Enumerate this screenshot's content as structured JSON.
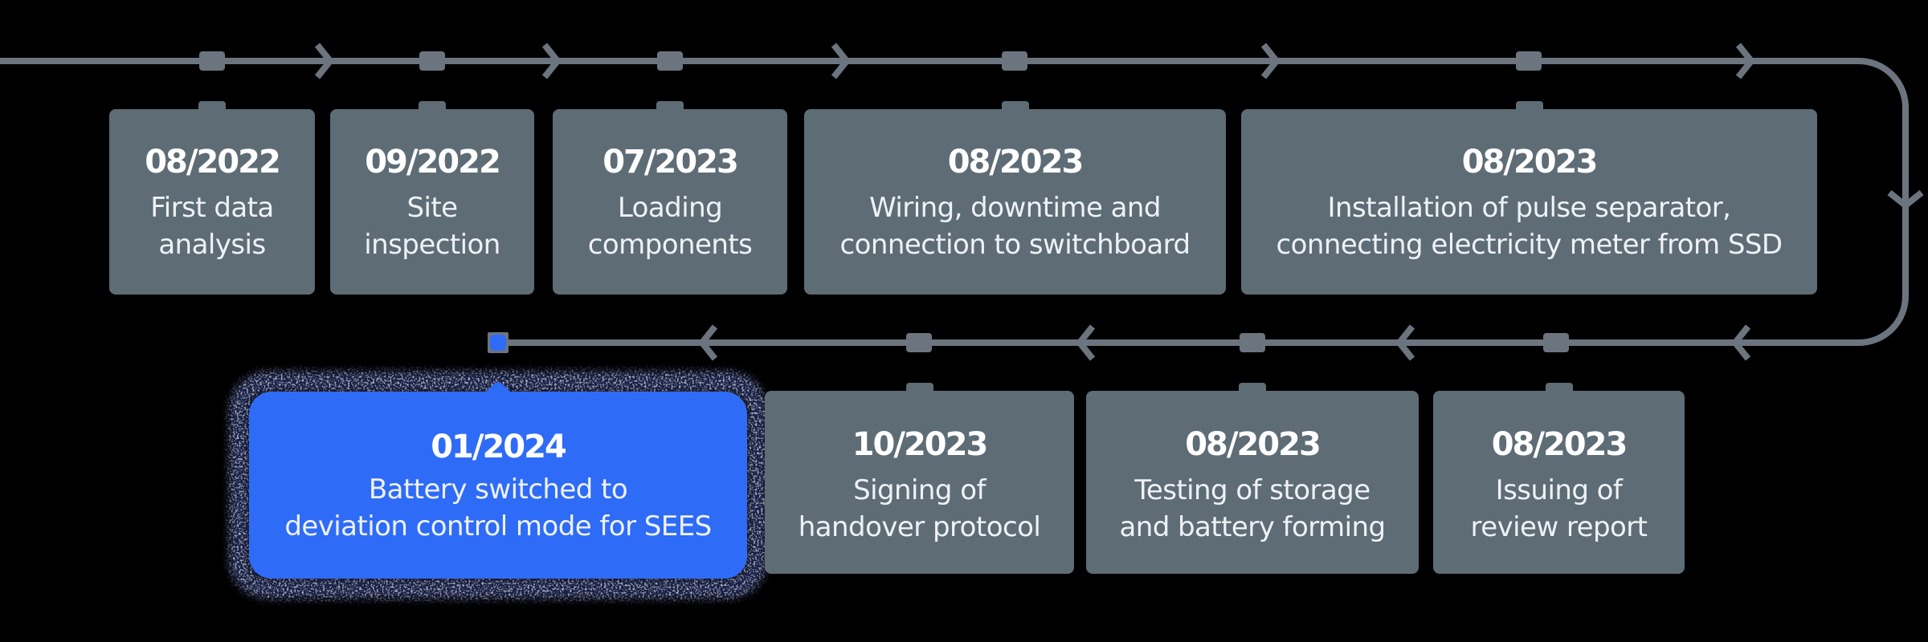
{
  "colors": {
    "background": "#000000",
    "box_fill": "#5e6c76",
    "track": "#6c757f",
    "accent": "#2e6bf7",
    "date_text": "#ffffff",
    "desc_text": "#eef2f5"
  },
  "timeline": {
    "top_row": {
      "direction": "left-to-right",
      "items": [
        {
          "date": "08/2022",
          "desc_line1": "First data",
          "desc_line2": "analysis"
        },
        {
          "date": "09/2022",
          "desc_line1": "Site",
          "desc_line2": "inspection"
        },
        {
          "date": "07/2023",
          "desc_line1": "Loading",
          "desc_line2": "components"
        },
        {
          "date": "08/2023",
          "desc_line1": "Wiring, downtime and",
          "desc_line2": "connection to switchboard"
        },
        {
          "date": "08/2023",
          "desc_line1": "Installation of pulse separator,",
          "desc_line2": "connecting electricity meter from SSD"
        }
      ]
    },
    "bottom_row": {
      "direction": "right-to-left",
      "items": [
        {
          "date": "01/2024",
          "desc_line1": "Battery switched to",
          "desc_line2": "deviation control mode for SEES",
          "highlighted": true
        },
        {
          "date": "10/2023",
          "desc_line1": "Signing of",
          "desc_line2": "handover protocol"
        },
        {
          "date": "08/2023",
          "desc_line1": "Testing of storage",
          "desc_line2": "and battery forming"
        },
        {
          "date": "08/2023",
          "desc_line1": "Issuing of",
          "desc_line2": "review report"
        }
      ]
    }
  }
}
